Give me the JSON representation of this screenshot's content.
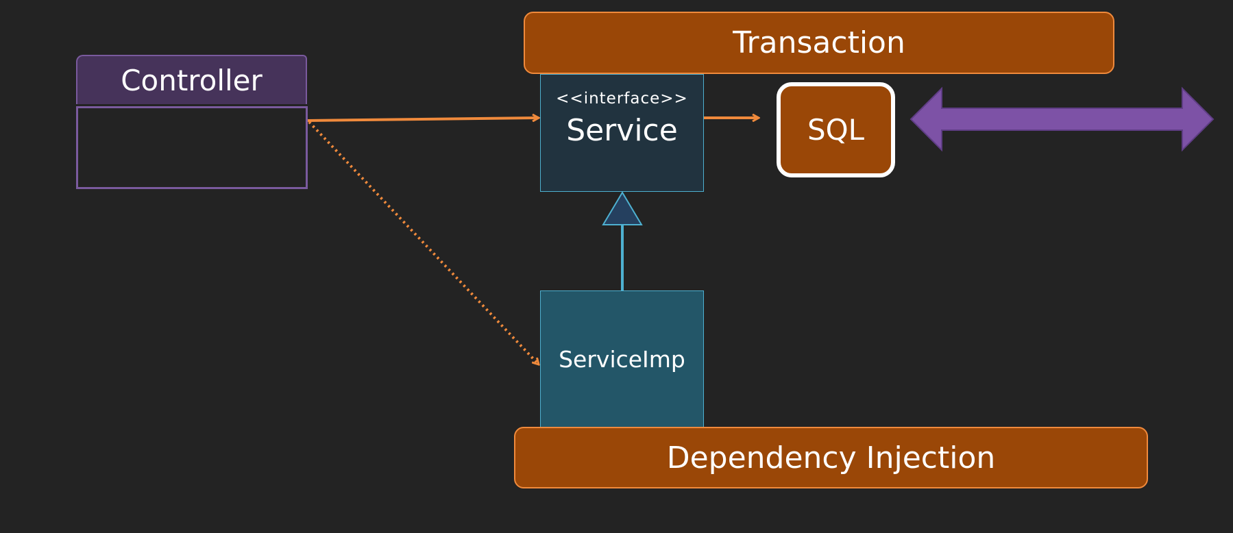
{
  "controller": {
    "label": "Controller"
  },
  "transaction": {
    "label": "Transaction"
  },
  "service": {
    "stereotype": "<<interface>>",
    "label": "Service"
  },
  "service_imp": {
    "label": "ServiceImp"
  },
  "sql": {
    "label": "SQL"
  },
  "dependency_injection": {
    "label": "Dependency Injection"
  },
  "colors": {
    "background": "#232323",
    "orange_fill": "#9a4707",
    "orange_line": "#f08a3c",
    "controller_fill": "#46335a",
    "controller_border": "#7a5a9e",
    "service_fill": "#21333f",
    "service_imp_fill": "#235668",
    "teal_line": "#4eb1d1",
    "purple_arrow": "#7d52a6"
  }
}
